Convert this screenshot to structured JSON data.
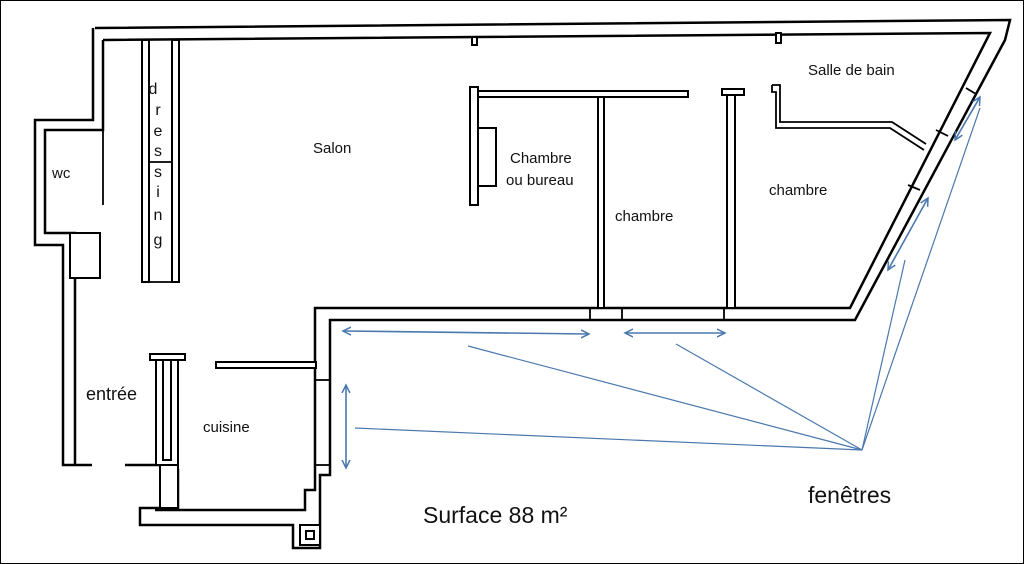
{
  "rooms": {
    "wc": "wc",
    "dressing_letters": [
      "d",
      "r",
      "e",
      "s",
      "s",
      "i",
      "n",
      "g"
    ],
    "salon": "Salon",
    "chambre_bureau_line1": "Chambre",
    "chambre_bureau_line2": "ou bureau",
    "chambre_1": "chambre",
    "chambre_2": "chambre",
    "salle_de_bain": "Salle de bain",
    "entree": "entrée",
    "cuisine": "cuisine"
  },
  "surface": "Surface 88 m²",
  "windows_label": "fenêtres",
  "colors": {
    "walls": "#000000",
    "window_arrows": "#4a78ad",
    "background": "#ffffff"
  }
}
